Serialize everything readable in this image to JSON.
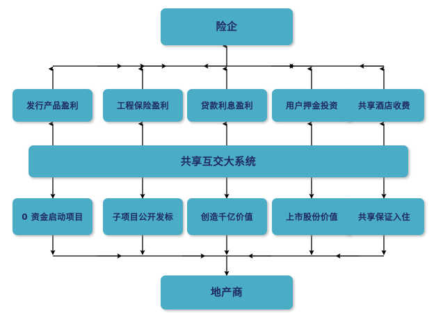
{
  "diagram": {
    "type": "flow-diagram",
    "title_node_top": "险企",
    "title_node_bottom": "地产商",
    "center_node": "共享互交大系统",
    "colors": {
      "node_fill": "#4BACC6",
      "node_text": "#1F2A63",
      "connector": "#000000",
      "background": "#FFFFFF"
    },
    "nodes": {
      "top": {
        "label": "险企",
        "name": "node-top-insurer"
      },
      "center": {
        "label": "共享互交大系统",
        "name": "node-center-system"
      },
      "bottom": {
        "label": "地产商",
        "name": "node-bottom-developer"
      },
      "upper_row": [
        {
          "label": "发行产品盈利"
        },
        {
          "label": "工程保险盈利"
        },
        {
          "label": "贷款利息盈利"
        },
        {
          "label": "用户押金投资"
        },
        {
          "label": "共享酒店收费"
        }
      ],
      "lower_row": [
        {
          "label": "0 资金启动项目"
        },
        {
          "label": "子项目公开发标"
        },
        {
          "label": "创造千亿价值"
        },
        {
          "label": "上市股份价值"
        },
        {
          "label": "共享保证入住"
        }
      ]
    },
    "connectors": {
      "upper_bus_direction": "toward-center",
      "lower_bus_direction": "toward-center",
      "center_to_upper": "up",
      "center_to_lower": "down"
    }
  }
}
